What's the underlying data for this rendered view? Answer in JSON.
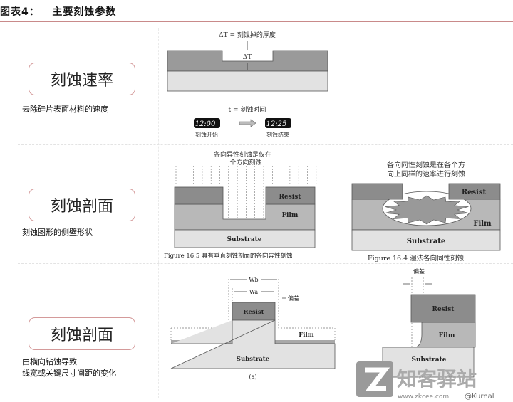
{
  "title": "图表4：   主要刻蚀参数",
  "rows": [
    {
      "label": "刻蚀速率",
      "desc": [
        "去除硅片表面材料的速度"
      ]
    },
    {
      "label": "刻蚀剖面",
      "desc": [
        "刻蚀图形的侧壁形状"
      ]
    },
    {
      "label": "刻蚀剖面",
      "desc": [
        "由横向钻蚀导致",
        "线宽或关键尺寸间距的变化"
      ]
    }
  ],
  "etch_rate_diagram": {
    "delta_caption": "ΔT = 刻蚀掉的厚度",
    "delta_symbol": "ΔT",
    "time_caption": "t = 刻蚀时间",
    "clock_start": "12:00",
    "clock_end": "12:25",
    "start_label": "刻蚀开始",
    "end_label": "刻蚀结束"
  },
  "anisotropic_diagram": {
    "note_line1": "各向异性刻蚀是仅在一",
    "note_line2": "个方向刻蚀",
    "resist": "Resist",
    "film": "Film",
    "substrate": "Substrate",
    "caption": "Figure 16.5   具有垂直刻蚀剖面的各向异性刻蚀"
  },
  "isotropic_diagram": {
    "note_line1": "各向同性刻蚀是在各个方",
    "note_line2": "向上同样的速率进行刻蚀",
    "resist": "Resist",
    "film": "Film",
    "substrate": "Substrate",
    "caption": "Figure 16.4   湿法各向同性刻蚀"
  },
  "bias_diagram_a": {
    "wb": "Wb",
    "wa": "Wa",
    "bias": "偏差",
    "resist": "Resist",
    "film": "Film",
    "substrate": "Substrate",
    "caption": "(a)"
  },
  "bias_diagram_b": {
    "bias": "偏差",
    "resist": "Resist",
    "film": "Film",
    "substrate": "Substrate"
  },
  "watermark": {
    "logo_text": "知客驿站",
    "url": "www.zkcee.com",
    "handle": "@Kurnal"
  },
  "colors": {
    "resist": "#8c8c8c",
    "film": "#b8b8b8",
    "substrate": "#e2e2e2",
    "accent_border": "#d49a9a"
  }
}
